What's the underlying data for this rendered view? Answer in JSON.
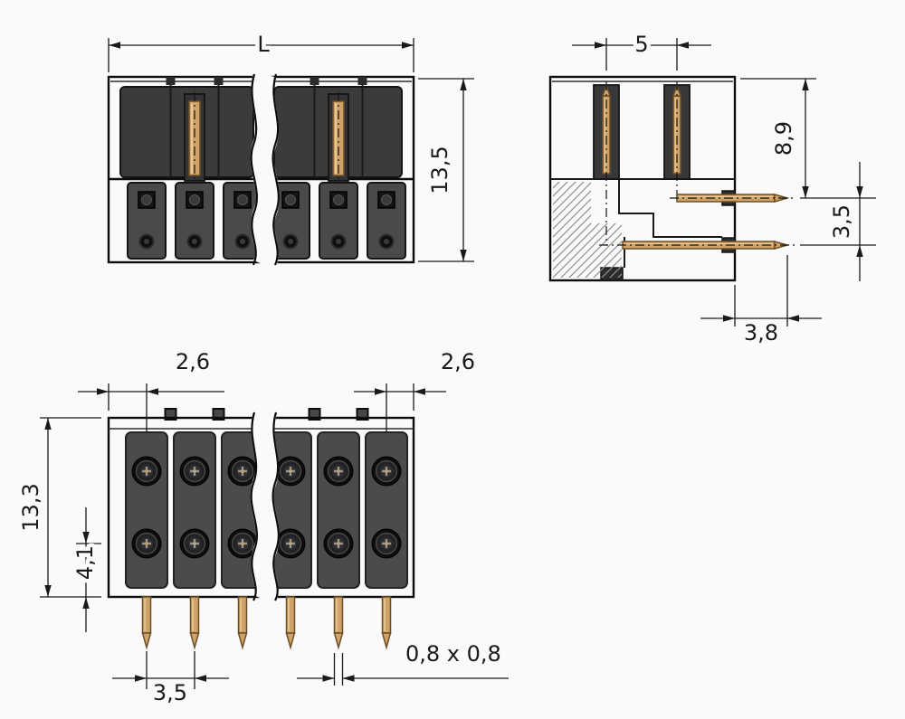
{
  "drawing": {
    "type": "technical-dimension-drawing",
    "subject": "double-row male pin header connector, three orthographic views",
    "colors": {
      "background": "#fafafa",
      "housing": "#47474a",
      "housing_recess": "#3b3b3e",
      "pin_copper": "#cfa267",
      "pin_copper_dark": "#6b4f28",
      "pin_copper_light": "#e9c893",
      "dimension_lines": "#1a1a1a"
    },
    "front_view": {
      "length_label": "L",
      "height_label": "13,5"
    },
    "side_view": {
      "pitch_label": "5",
      "pin_height_label": "8,9",
      "row_spacing_label": "3,5",
      "pin_length_label": "3,8"
    },
    "bottom_view": {
      "left_margin_label": "2,6",
      "right_margin_label": "2,6",
      "height_label": "13,3",
      "row_offset_label": "4,1",
      "pin_pitch_label": "3,5",
      "pin_cross_section_label": "0,8 x 0,8"
    }
  }
}
